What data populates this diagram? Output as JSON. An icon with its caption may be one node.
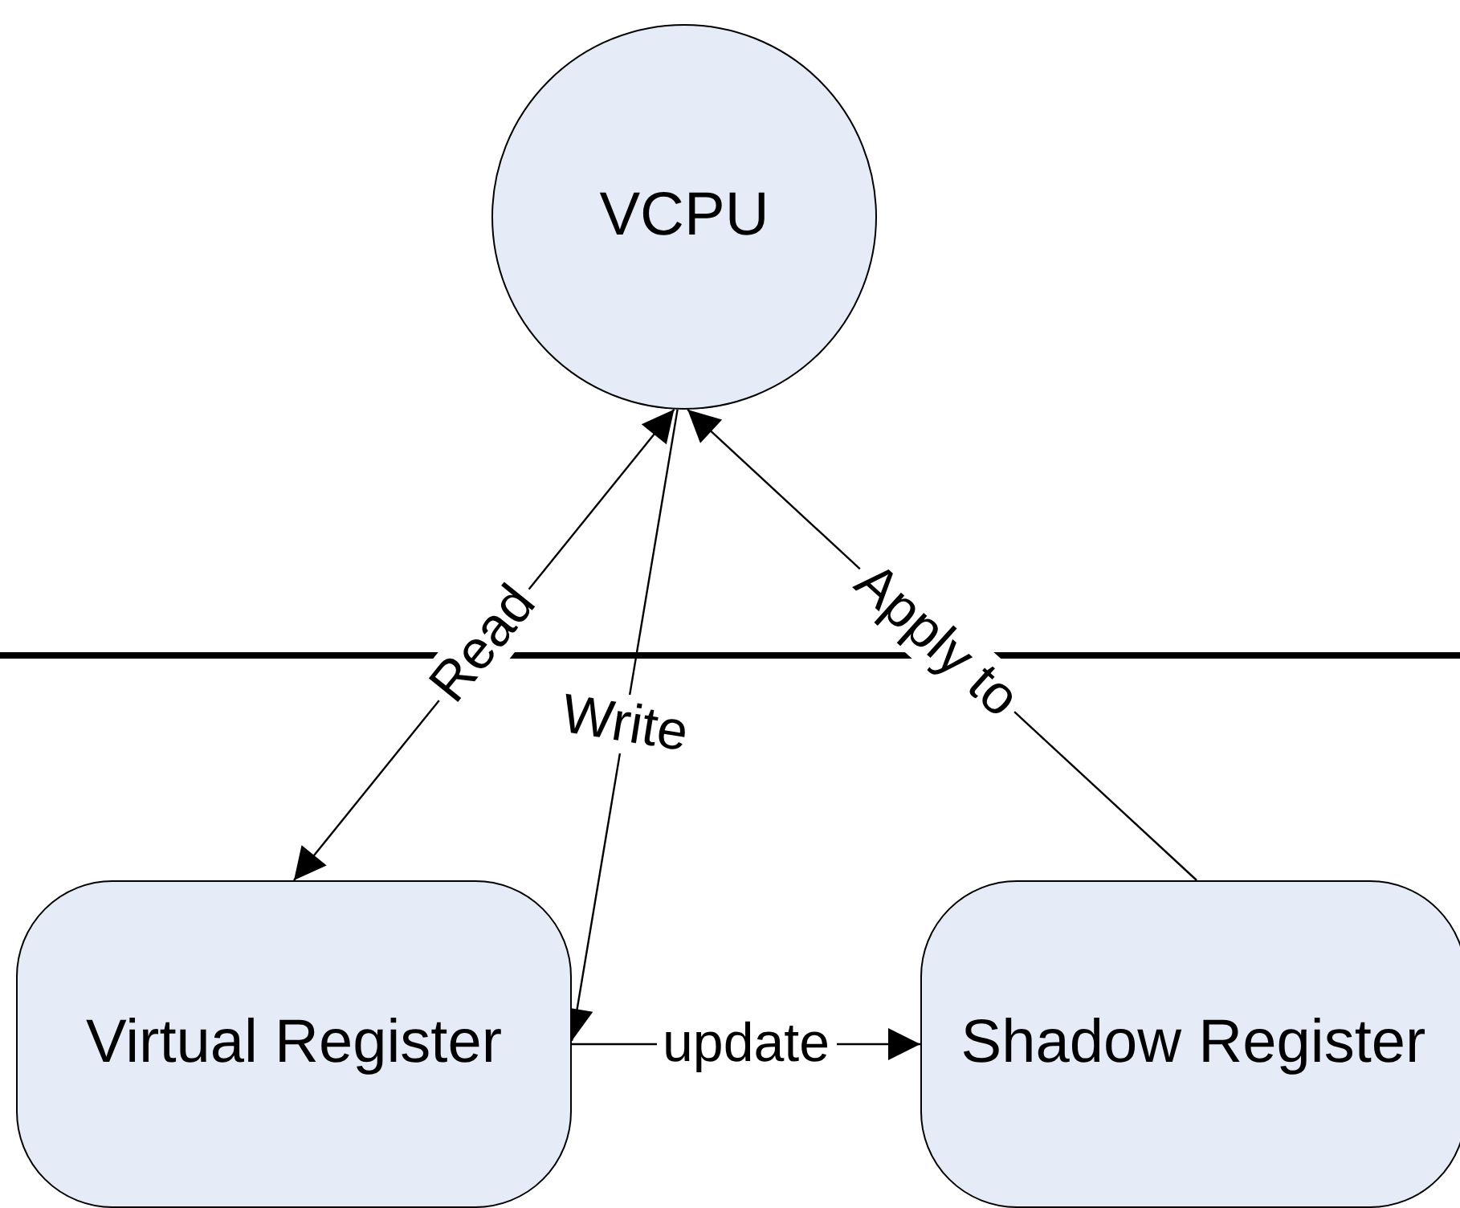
{
  "diagram": {
    "nodes": [
      {
        "text": [
          "VCPU"
        ]
      },
      {
        "text": [
          "Virtual Register"
        ]
      },
      {
        "text": [
          "Shadow Register"
        ]
      }
    ],
    "edges": [
      {
        "from": 1,
        "to": 0,
        "arrow": "both",
        "label": "Read"
      },
      {
        "from": 0,
        "to": 1,
        "arrow": "to",
        "label": "Write"
      },
      {
        "from": 2,
        "to": 0,
        "arrow": "to",
        "label": "Apply to"
      },
      {
        "from": 1,
        "to": 2,
        "arrow": "to",
        "label": "update"
      }
    ]
  }
}
